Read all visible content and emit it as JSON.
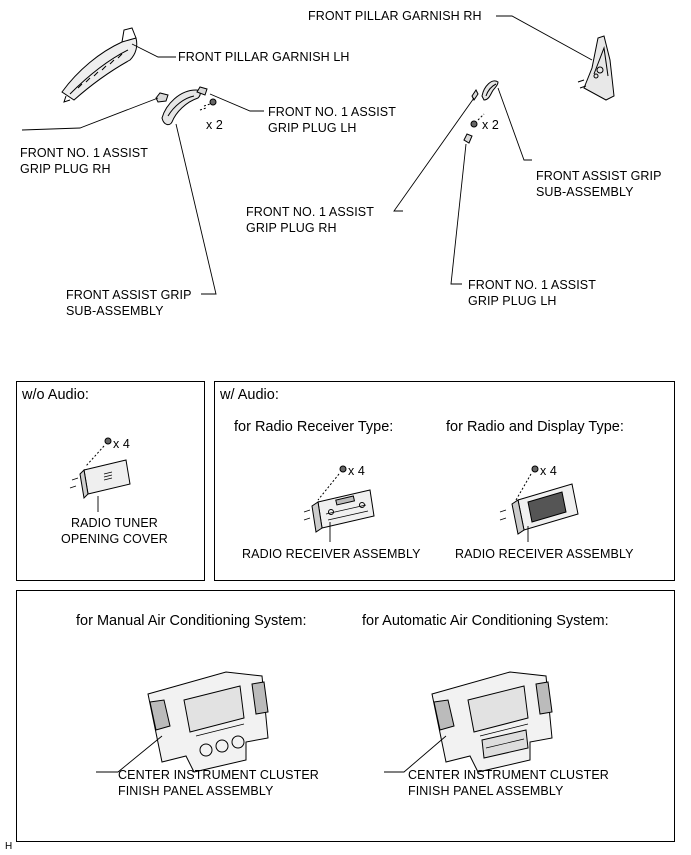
{
  "top_labels": {
    "front_pillar_garnish_rh": "FRONT PILLAR GARNISH RH",
    "front_pillar_garnish_lh": "FRONT PILLAR GARNISH LH",
    "lh_grip_plug_lh": "FRONT NO. 1 ASSIST\nGRIP PLUG LH",
    "lh_grip_plug_rh": "FRONT NO. 1 ASSIST\nGRIP PLUG RH",
    "lh_front_assist_grip": "FRONT ASSIST GRIP\nSUB-ASSEMBLY",
    "rh_front_assist_grip": "FRONT ASSIST GRIP\nSUB-ASSEMBLY",
    "rh_grip_plug_rh": "FRONT NO. 1 ASSIST\nGRIP PLUG RH",
    "rh_grip_plug_lh": "FRONT NO. 1 ASSIST\nGRIP PLUG LH",
    "lh_screw_qty": "x 2",
    "rh_screw_qty": "x 2"
  },
  "wo_audio": {
    "header": "w/o Audio:",
    "screw_qty": "x 4",
    "part_label": "RADIO TUNER\nOPENING COVER"
  },
  "w_audio": {
    "header": "w/ Audio:",
    "radio_receiver_type": {
      "title": "for Radio Receiver Type:",
      "screw_qty": "x 4",
      "part_label": "RADIO RECEIVER ASSEMBLY"
    },
    "radio_display_type": {
      "title": "for Radio and Display Type:",
      "screw_qty": "x 4",
      "part_label": "RADIO RECEIVER ASSEMBLY"
    }
  },
  "air_conditioning": {
    "manual": {
      "title": "for Manual Air Conditioning System:",
      "part_label": "CENTER INSTRUMENT CLUSTER\nFINISH PANEL ASSEMBLY"
    },
    "automatic": {
      "title": "for Automatic Air Conditioning System:",
      "part_label": "CENTER INSTRUMENT CLUSTER\nFINISH PANEL ASSEMBLY"
    }
  },
  "corner_mark": "H"
}
